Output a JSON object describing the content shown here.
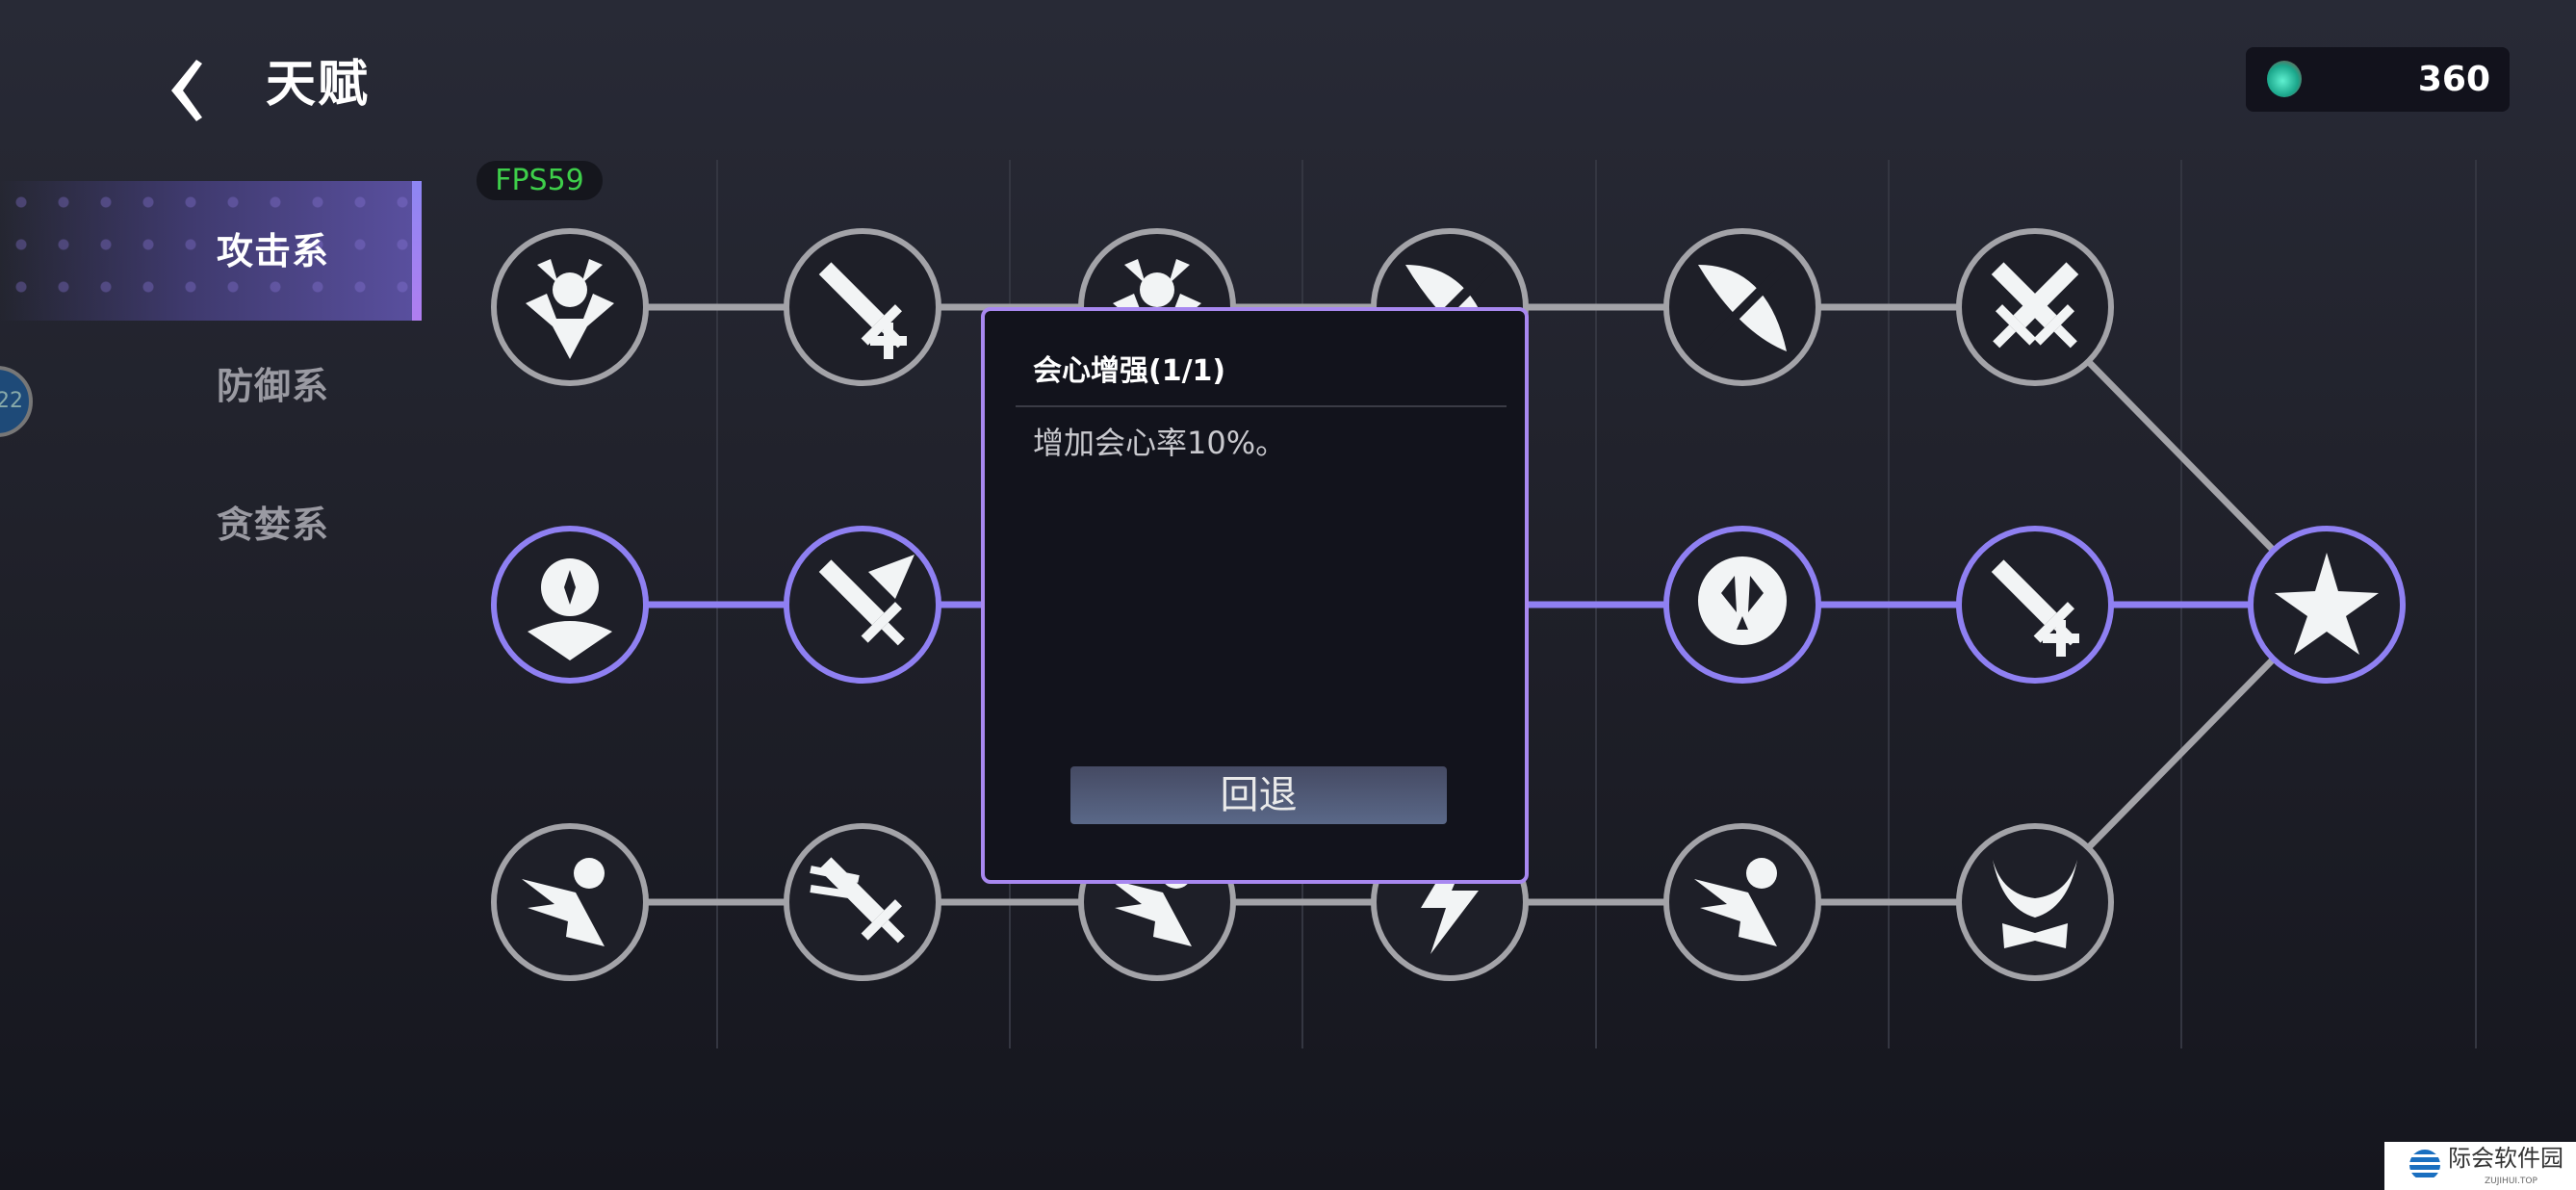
{
  "header": {
    "title": "天赋",
    "back_icon": "chevron-left-icon"
  },
  "currency": {
    "icon": "gem-icon",
    "value": "360"
  },
  "fps": "FPS59",
  "side_badge": "22",
  "sidebar": {
    "tabs": [
      {
        "label": "攻击系",
        "active": true
      },
      {
        "label": "防御系",
        "active": false
      },
      {
        "label": "贪婪系",
        "active": false
      }
    ]
  },
  "colors": {
    "active": "#8f80f2",
    "inactive": "#a3a3a8",
    "popup_border": "#a888f0",
    "fps": "#3ecf4a"
  },
  "tree": {
    "rows": [
      [
        {
          "icon": "guardian-icon",
          "on": false
        },
        {
          "icon": "sword-plus-icon",
          "on": false
        },
        {
          "icon": "guardian-icon",
          "on": false
        },
        {
          "icon": "shield-icon",
          "on": false
        },
        {
          "icon": "crossed-wing-icon",
          "on": false
        },
        {
          "icon": "crossed-swords-icon",
          "on": false
        }
      ],
      [
        {
          "icon": "hero-star-icon",
          "on": true
        },
        {
          "icon": "sword-burst-icon",
          "on": true
        },
        {
          "icon": "sword-icon",
          "on": true
        },
        {
          "icon": "sword-icon",
          "on": true
        },
        {
          "icon": "skull-mask-icon",
          "on": true
        },
        {
          "icon": "sword-plus-icon",
          "on": true
        }
      ],
      [
        {
          "icon": "dash-icon",
          "on": false
        },
        {
          "icon": "sword-speed-icon",
          "on": false
        },
        {
          "icon": "dash-icon",
          "on": false
        },
        {
          "icon": "lightning-icon",
          "on": false
        },
        {
          "icon": "speed-boot-icon",
          "on": false
        },
        {
          "icon": "demon-horns-icon",
          "on": false
        }
      ]
    ],
    "final": {
      "icon": "star-burst-icon",
      "on": true
    }
  },
  "popup": {
    "title": "会心增强(1/1)",
    "description": "增加会心率10%。",
    "button": "回退"
  },
  "watermark": {
    "text": "际会软件园",
    "sub": "ZUJIHUI.TOP"
  }
}
